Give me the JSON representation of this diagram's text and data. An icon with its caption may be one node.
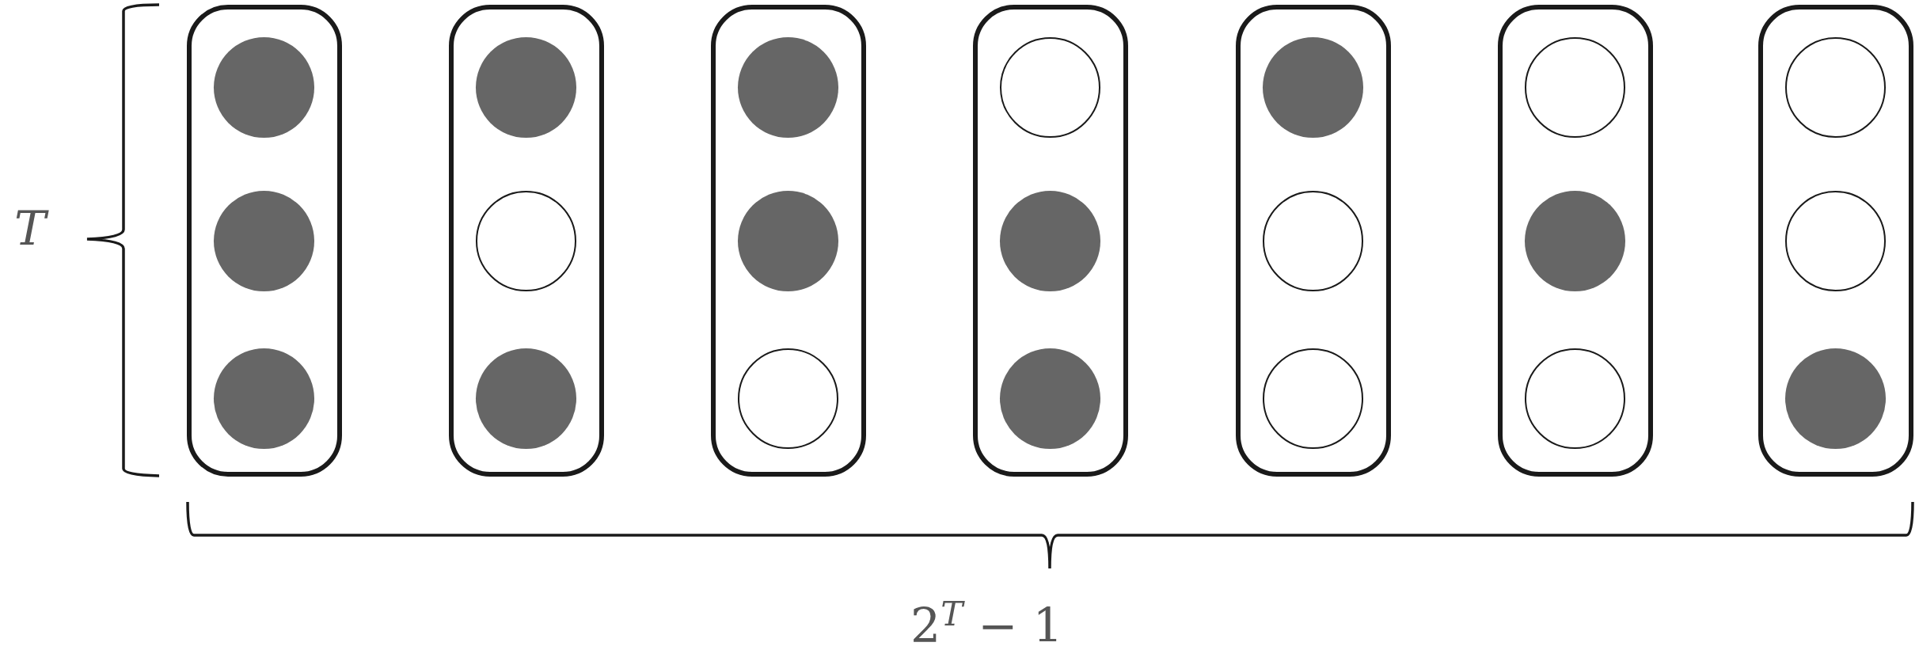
{
  "diagram": {
    "nodes": [
      {
        "text": [],
        "shape": "box"
      },
      {
        "text": [],
        "shape": "disc",
        "in": 0
      },
      {
        "text": [],
        "shape": "disc",
        "in": 0
      },
      {
        "text": [],
        "shape": "disc",
        "in": 0
      },
      {
        "text": [],
        "shape": "box"
      },
      {
        "text": [],
        "shape": "disc",
        "in": 4
      },
      {
        "text": [],
        "shape": "circle",
        "in": 4
      },
      {
        "text": [],
        "shape": "disc",
        "in": 4
      },
      {
        "text": [],
        "shape": "box"
      },
      {
        "text": [],
        "shape": "disc",
        "in": 8
      },
      {
        "text": [],
        "shape": "disc",
        "in": 8
      },
      {
        "text": [],
        "shape": "circle",
        "in": 8
      },
      {
        "text": [],
        "shape": "box"
      },
      {
        "text": [],
        "shape": "circle",
        "in": 12
      },
      {
        "text": [],
        "shape": "disc",
        "in": 12
      },
      {
        "text": [],
        "shape": "disc",
        "in": 12
      },
      {
        "text": [],
        "shape": "box"
      },
      {
        "text": [],
        "shape": "disc",
        "in": 16
      },
      {
        "text": [],
        "shape": "circle",
        "in": 16
      },
      {
        "text": [],
        "shape": "circle",
        "in": 16
      },
      {
        "text": [],
        "shape": "box"
      },
      {
        "text": [],
        "shape": "circle",
        "in": 20
      },
      {
        "text": [],
        "shape": "disc",
        "in": 20
      },
      {
        "text": [],
        "shape": "circle",
        "in": 20
      },
      {
        "text": [],
        "shape": "box"
      },
      {
        "text": [],
        "shape": "circle",
        "in": 24
      },
      {
        "text": [],
        "shape": "circle",
        "in": 24
      },
      {
        "text": [],
        "shape": "disc",
        "in": 24
      }
    ],
    "labels": [
      "T",
      "2$^{T}$ − 1"
    ]
  }
}
